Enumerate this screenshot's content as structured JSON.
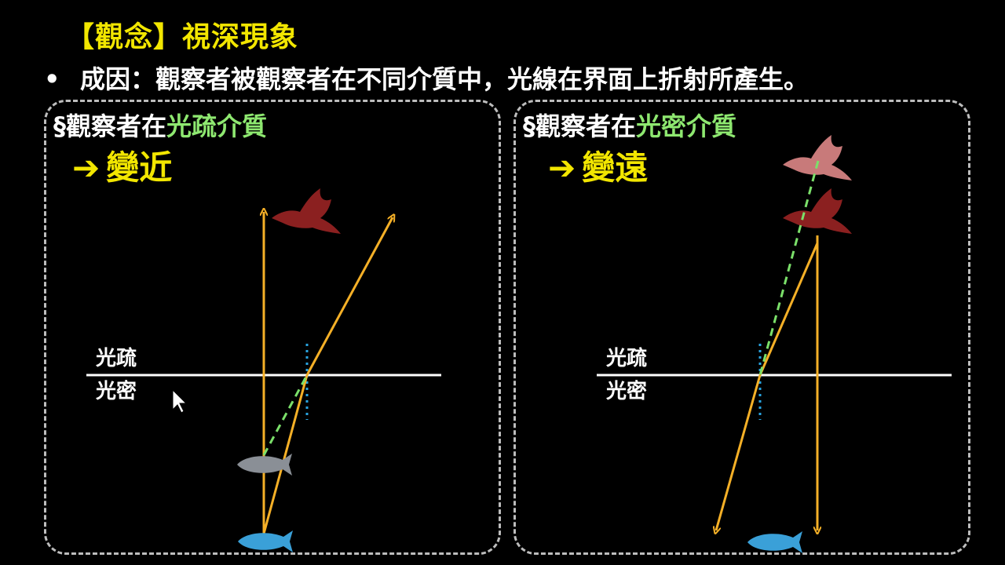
{
  "header": {
    "title": "【觀念】視深現象",
    "bullet_symbol": "•",
    "bullet_text": "成因：觀察者被觀察者在不同介質中，光線在界面上折射所產生。"
  },
  "left_panel": {
    "title_prefix": "§觀察者在",
    "title_medium": "光疏介質",
    "result_arrow": "➔",
    "result_text": "變近",
    "label_upper": "光疏",
    "label_lower": "光密"
  },
  "right_panel": {
    "title_prefix": "§觀察者在",
    "title_medium": "光密介質",
    "result_arrow": "➔",
    "result_text": "變遠",
    "label_upper": "光疏",
    "label_lower": "光密"
  },
  "colors": {
    "title_yellow": "#f2e600",
    "medium_green": "#8ee870",
    "ray_orange": "#f5b027",
    "virtual_ray_green": "#7be06a",
    "normal_blue": "#29a3e0",
    "bird_dark": "#8b2020",
    "bird_faded": "#c87a7a",
    "fish_blue": "#3aa0d8",
    "fish_gray": "#8a8f96",
    "panel_border": "#bdbdbd"
  },
  "icons": [
    "bird-icon",
    "fish-icon",
    "mouse-cursor-icon",
    "arrow-right-icon"
  ]
}
